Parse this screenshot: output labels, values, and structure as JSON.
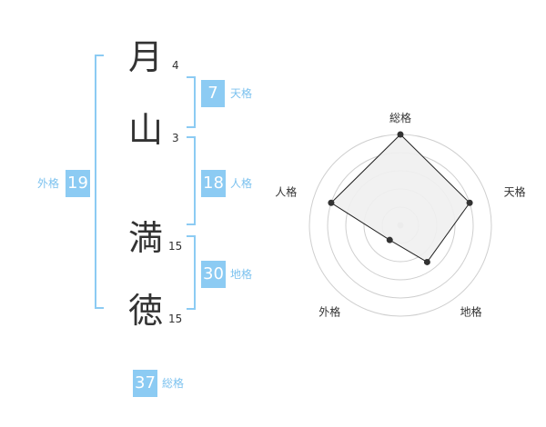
{
  "name": {
    "characters": [
      {
        "char": "月",
        "strokes": "4"
      },
      {
        "char": "山",
        "strokes": "3"
      },
      {
        "char": "満",
        "strokes": "15"
      },
      {
        "char": "徳",
        "strokes": "15"
      }
    ]
  },
  "fortune": {
    "tenkaku": {
      "label": "天格",
      "value": "7"
    },
    "jinkaku": {
      "label": "人格",
      "value": "18"
    },
    "chikaku": {
      "label": "地格",
      "value": "30"
    },
    "gaikaku": {
      "label": "外格",
      "value": "19"
    },
    "soukaku": {
      "label": "総格",
      "value": "37"
    }
  },
  "colors": {
    "accent": "#8ccbf3",
    "label": "#7cc2ef",
    "text": "#333333"
  },
  "chart_data": {
    "type": "radar",
    "axes": [
      "総格",
      "天格",
      "地格",
      "外格",
      "人格"
    ],
    "values": [
      5,
      4,
      2.5,
      1,
      4
    ],
    "max": 5,
    "rings": 5,
    "fill": "#f0f0f0",
    "stroke": "#222222"
  }
}
